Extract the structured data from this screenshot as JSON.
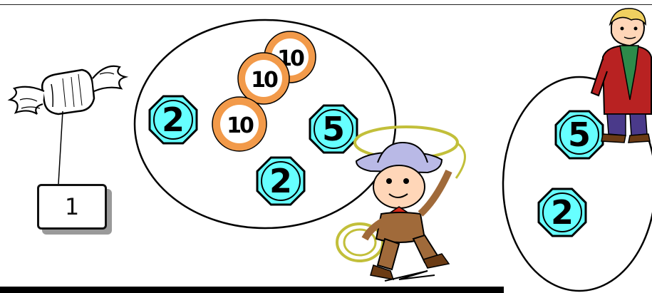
{
  "candy": {
    "price_label": "1"
  },
  "coins": {
    "group_left": {
      "ten_a": "10",
      "ten_b": "10",
      "ten_c": "10",
      "two_a": "2",
      "five": "5",
      "two_b": "2"
    },
    "group_right": {
      "five": "5",
      "two": "2"
    }
  },
  "colors": {
    "ten_coin": "#f29a4a",
    "small_coin": "#66ffff",
    "outline": "#000000"
  }
}
